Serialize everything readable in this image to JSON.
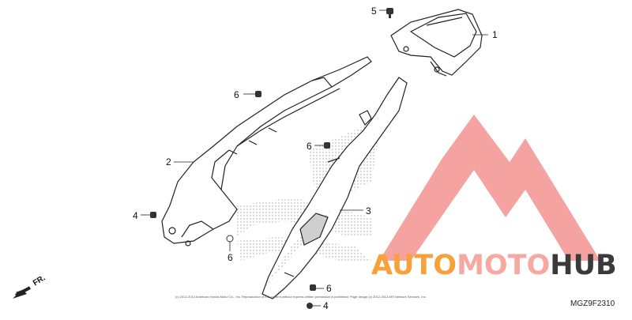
{
  "callouts": {
    "c1": "1",
    "c2": "2",
    "c3": "3",
    "c4a": "4",
    "c4b": "4",
    "c5": "5",
    "c6a": "6",
    "c6b": "6",
    "c6c": "6",
    "c6d": "6"
  },
  "direction": {
    "label": "FR."
  },
  "diagram_code": "MGZ9F2310",
  "copyright": "(c) 2012-2013 American Honda Motor Co., Inc. Reproduction of this content without express written permission is prohibited. Page design (c) 2012-2013 ARI Network Services, Inc.",
  "watermark": {
    "part1": "AUTO",
    "part2": "MOTO",
    "part3": "HUB",
    "color_auto": "#f7a13b",
    "color_moto": "#f7a8a0",
    "color_hub": "#3a3a3a",
    "logo_color": "#f4a3a0"
  }
}
